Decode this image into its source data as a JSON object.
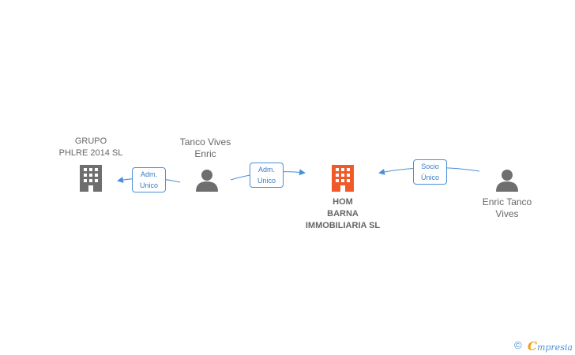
{
  "colors": {
    "accent": "#4a8fd6",
    "main_building": "#f05a28",
    "building": "#6e6e6e",
    "person": "#6e6e6e"
  },
  "nodes": {
    "grupo": {
      "label": "GRUPO\nPHLRE 2014  SL",
      "icon": "building-icon"
    },
    "tanco_vives_enric": {
      "label": "Tanco Vives\nEnric",
      "icon": "person-icon"
    },
    "hom_barna": {
      "label": "HOM\nBARNA\nIMMOBILIARIA SL",
      "icon": "building-icon"
    },
    "enric_tanco_vives": {
      "label": "Enric Tanco\nVives",
      "icon": "person-icon"
    }
  },
  "edges": {
    "adm_to_grupo": "Adm.\nUnico",
    "adm_to_hom": "Adm.\nUnico",
    "socio_to_hom": "Socio\nÚnico"
  },
  "footer": {
    "copyright": "©",
    "brand_initial": "C",
    "brand_rest": "mpresia"
  }
}
